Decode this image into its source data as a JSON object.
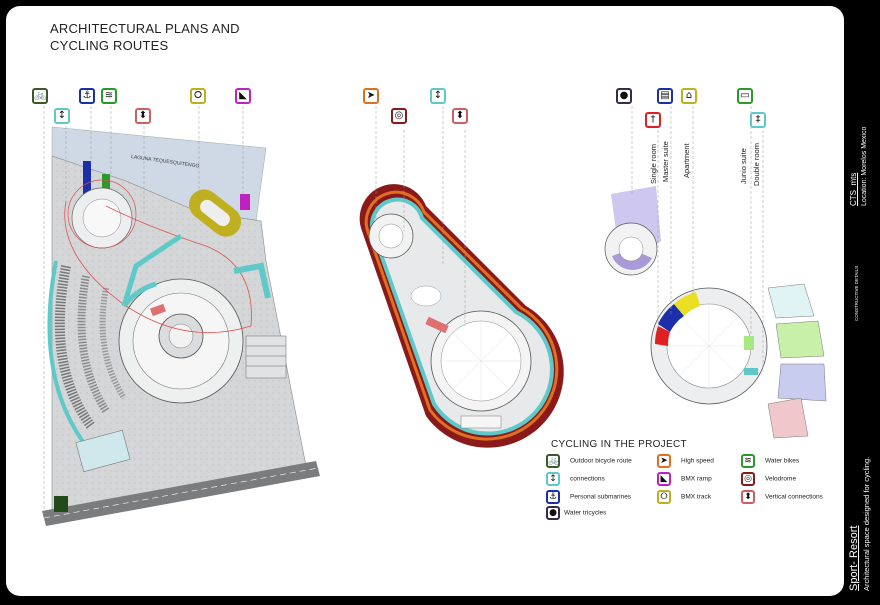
{
  "title_line1": "ARCHITECTURAL PLANS AND",
  "title_line2": "CYCLING ROUTES",
  "lagoon_label": "LAGUNA TEQUESQUITENGO",
  "room_labels": [
    "Single room",
    "Master suite",
    "Apartment",
    "Junio suite",
    "Double room"
  ],
  "legend": {
    "title": "CYCLING IN THE PROJECT",
    "items": [
      {
        "label": "Outdoor bicycle route",
        "color": "#3a5a2a"
      },
      {
        "label": "connections",
        "color": "#5ec9c9"
      },
      {
        "label": "Personal submarines",
        "color": "#1a2fa8"
      },
      {
        "label": "Water tricycles",
        "color": "#3a2a4a"
      },
      {
        "label": "High speed",
        "color": "#e07020"
      },
      {
        "label": "BMX ramp",
        "color": "#c020c0"
      },
      {
        "label": "BMX track",
        "color": "#c0b020"
      },
      {
        "label": "Water bikes",
        "color": "#2a9a2a"
      },
      {
        "label": "Velodrome",
        "color": "#8a1a1a"
      },
      {
        "label": "Vertical connections",
        "color": "#d06060"
      }
    ]
  },
  "sidebar": {
    "brand": "CTS_mts",
    "location": "Location: Morelos Mexico",
    "section": "CONSTRUCTIVE DETAILS",
    "project": "Sport- Resort",
    "tagline": "Architectural space designed for cycling."
  },
  "colors": {
    "velodrome": "#8a1a1a",
    "high_speed": "#e07020",
    "connections": "#5ec9c9",
    "bmx_track": "#c0b020",
    "bmx_ramp": "#c020c0",
    "water_bikes": "#2a9a2a",
    "submarines": "#1a2fa8",
    "outdoor_route": "#3a5a2a"
  }
}
